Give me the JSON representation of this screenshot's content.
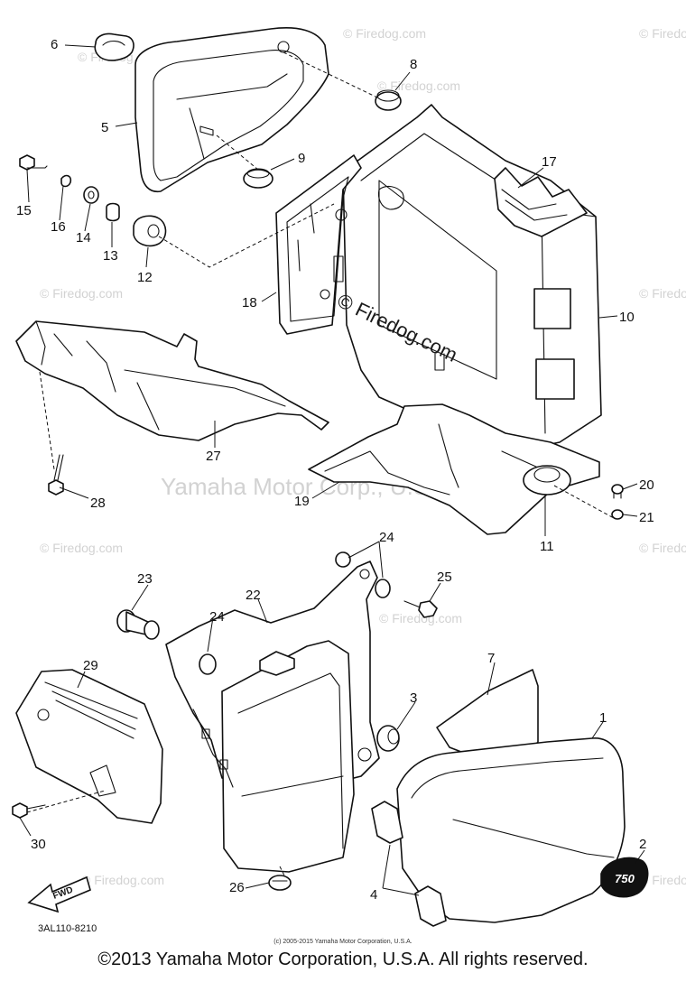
{
  "watermarks": {
    "firedog_small": "© Firedog.com",
    "firedog_center": "© Firedog.com",
    "yamaha_center": "Yamaha Motor Corp., U.S.A."
  },
  "labels": {
    "p1": "1",
    "p2": "2",
    "p3": "3",
    "p4": "4",
    "p5": "5",
    "p6": "6",
    "p7": "7",
    "p8": "8",
    "p9": "9",
    "p10": "10",
    "p11": "11",
    "p12": "12",
    "p13": "13",
    "p14": "14",
    "p15": "15",
    "p16": "16",
    "p17": "17",
    "p18": "18",
    "p19": "19",
    "p20": "20",
    "p21": "21",
    "p22": "22",
    "p23": "23",
    "p24a": "24",
    "p24b": "24",
    "p25": "25",
    "p26": "26",
    "p27": "27",
    "p28": "28",
    "p29": "29",
    "p30": "30"
  },
  "emblem_text": "750",
  "fwd_arrow_text": "FWD",
  "diagram_code": "3AL110-8210",
  "small_copyright": "(c) 2005-2015 Yamaha Motor Corporation, U.S.A.",
  "footer_copyright": "©2013 Yamaha Motor Corporation, U.S.A. All rights reserved."
}
